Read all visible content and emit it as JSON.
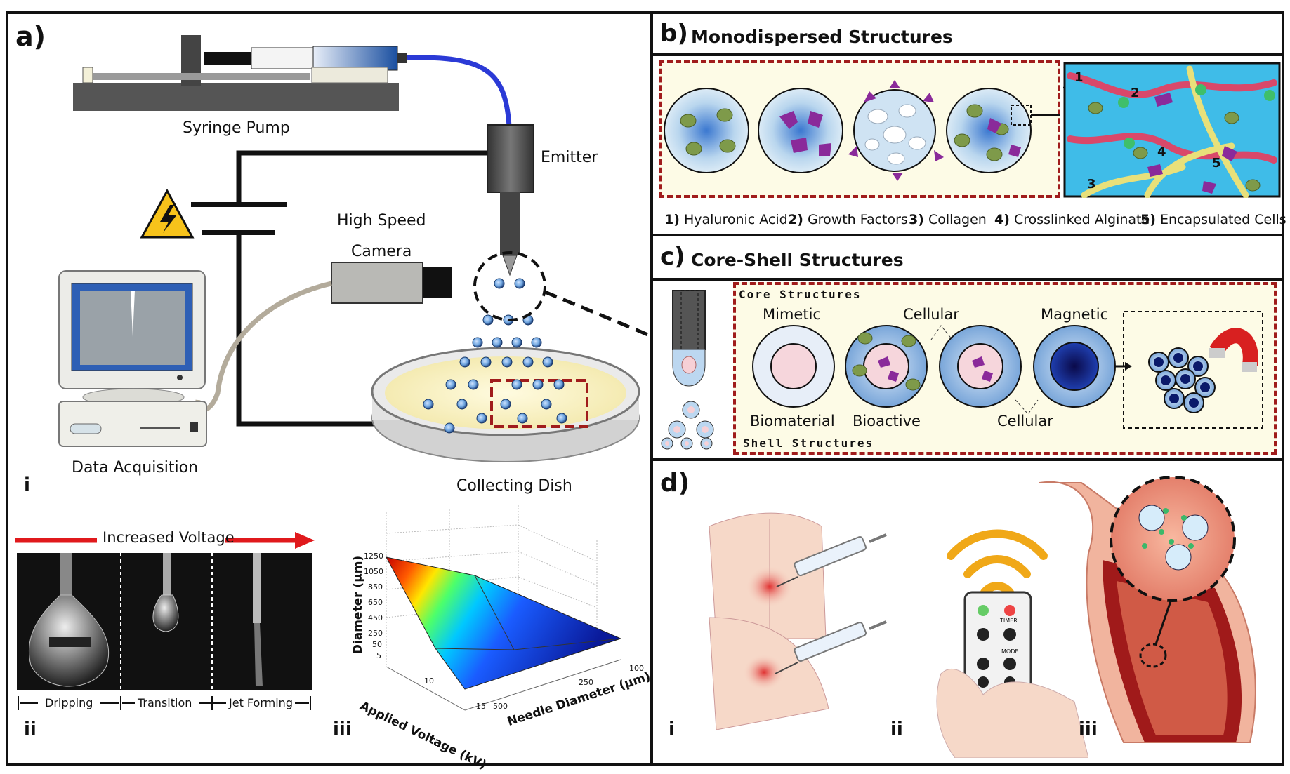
{
  "panel_a": {
    "letter": "a)",
    "syringe_pump": "Syringe Pump",
    "emitter": "Emitter",
    "camera_line1": "High Speed",
    "camera_line2": "Camera",
    "data_acquisition": "Data Acquisition",
    "collecting_dish": "Collecting Dish",
    "sub_i": "i",
    "sub_ii": "ii",
    "sub_iii": "iii",
    "increased_voltage": "Increased Voltage",
    "regimes": [
      "Dripping",
      "Transition",
      "Jet Forming"
    ]
  },
  "panel_b": {
    "letter": "b)",
    "title": "Monodispersed Structures",
    "legend": [
      {
        "num": "1)",
        "text": "Hyaluronic Acid"
      },
      {
        "num": "2)",
        "text": "Growth Factors"
      },
      {
        "num": "3)",
        "text": "Collagen"
      },
      {
        "num": "4)",
        "text": "Crosslinked Alginate"
      },
      {
        "num": "5)",
        "text": "Encapsulated Cells"
      }
    ],
    "inset_numbers": [
      "1",
      "2",
      "3",
      "4",
      "5"
    ]
  },
  "panel_c": {
    "letter": "c)",
    "title": "Core-Shell Structures",
    "core_structures": "Core Structures",
    "shell_structures": "Shell Structures",
    "mimetic": "Mimetic",
    "cellular_top": "Cellular",
    "magnetic": "Magnetic",
    "biomaterial": "Biomaterial",
    "bioactive": "Bioactive",
    "cellular_bottom": "Cellular"
  },
  "panel_d": {
    "letter": "d)",
    "sub_i": "i",
    "sub_ii": "ii",
    "sub_iii": "iii",
    "remote": {
      "timer": "TIMER",
      "mode": "MODE"
    }
  },
  "chart_data": {
    "type": "surface3d",
    "zlabel": "Diameter (µm)",
    "xlabel": "Applied Voltage (kV)",
    "ylabel": "Needle Diameter (µm)",
    "z_ticks": [
      "1250",
      "1050",
      "850",
      "650",
      "450",
      "250",
      "50",
      "5"
    ],
    "x_ticks": [
      "10",
      "15"
    ],
    "y_ticks": [
      "500",
      "250",
      "100"
    ],
    "colormap": "jet",
    "grid": true
  },
  "colors": {
    "accent_red": "#a01c1c",
    "arrow_red": "#e0191c",
    "tubing_blue": "#2b3ad6",
    "droplet_blue": "#6fa6e0",
    "inset_bg": "#3fbce8",
    "panel_bg": "#fdfbe6"
  }
}
